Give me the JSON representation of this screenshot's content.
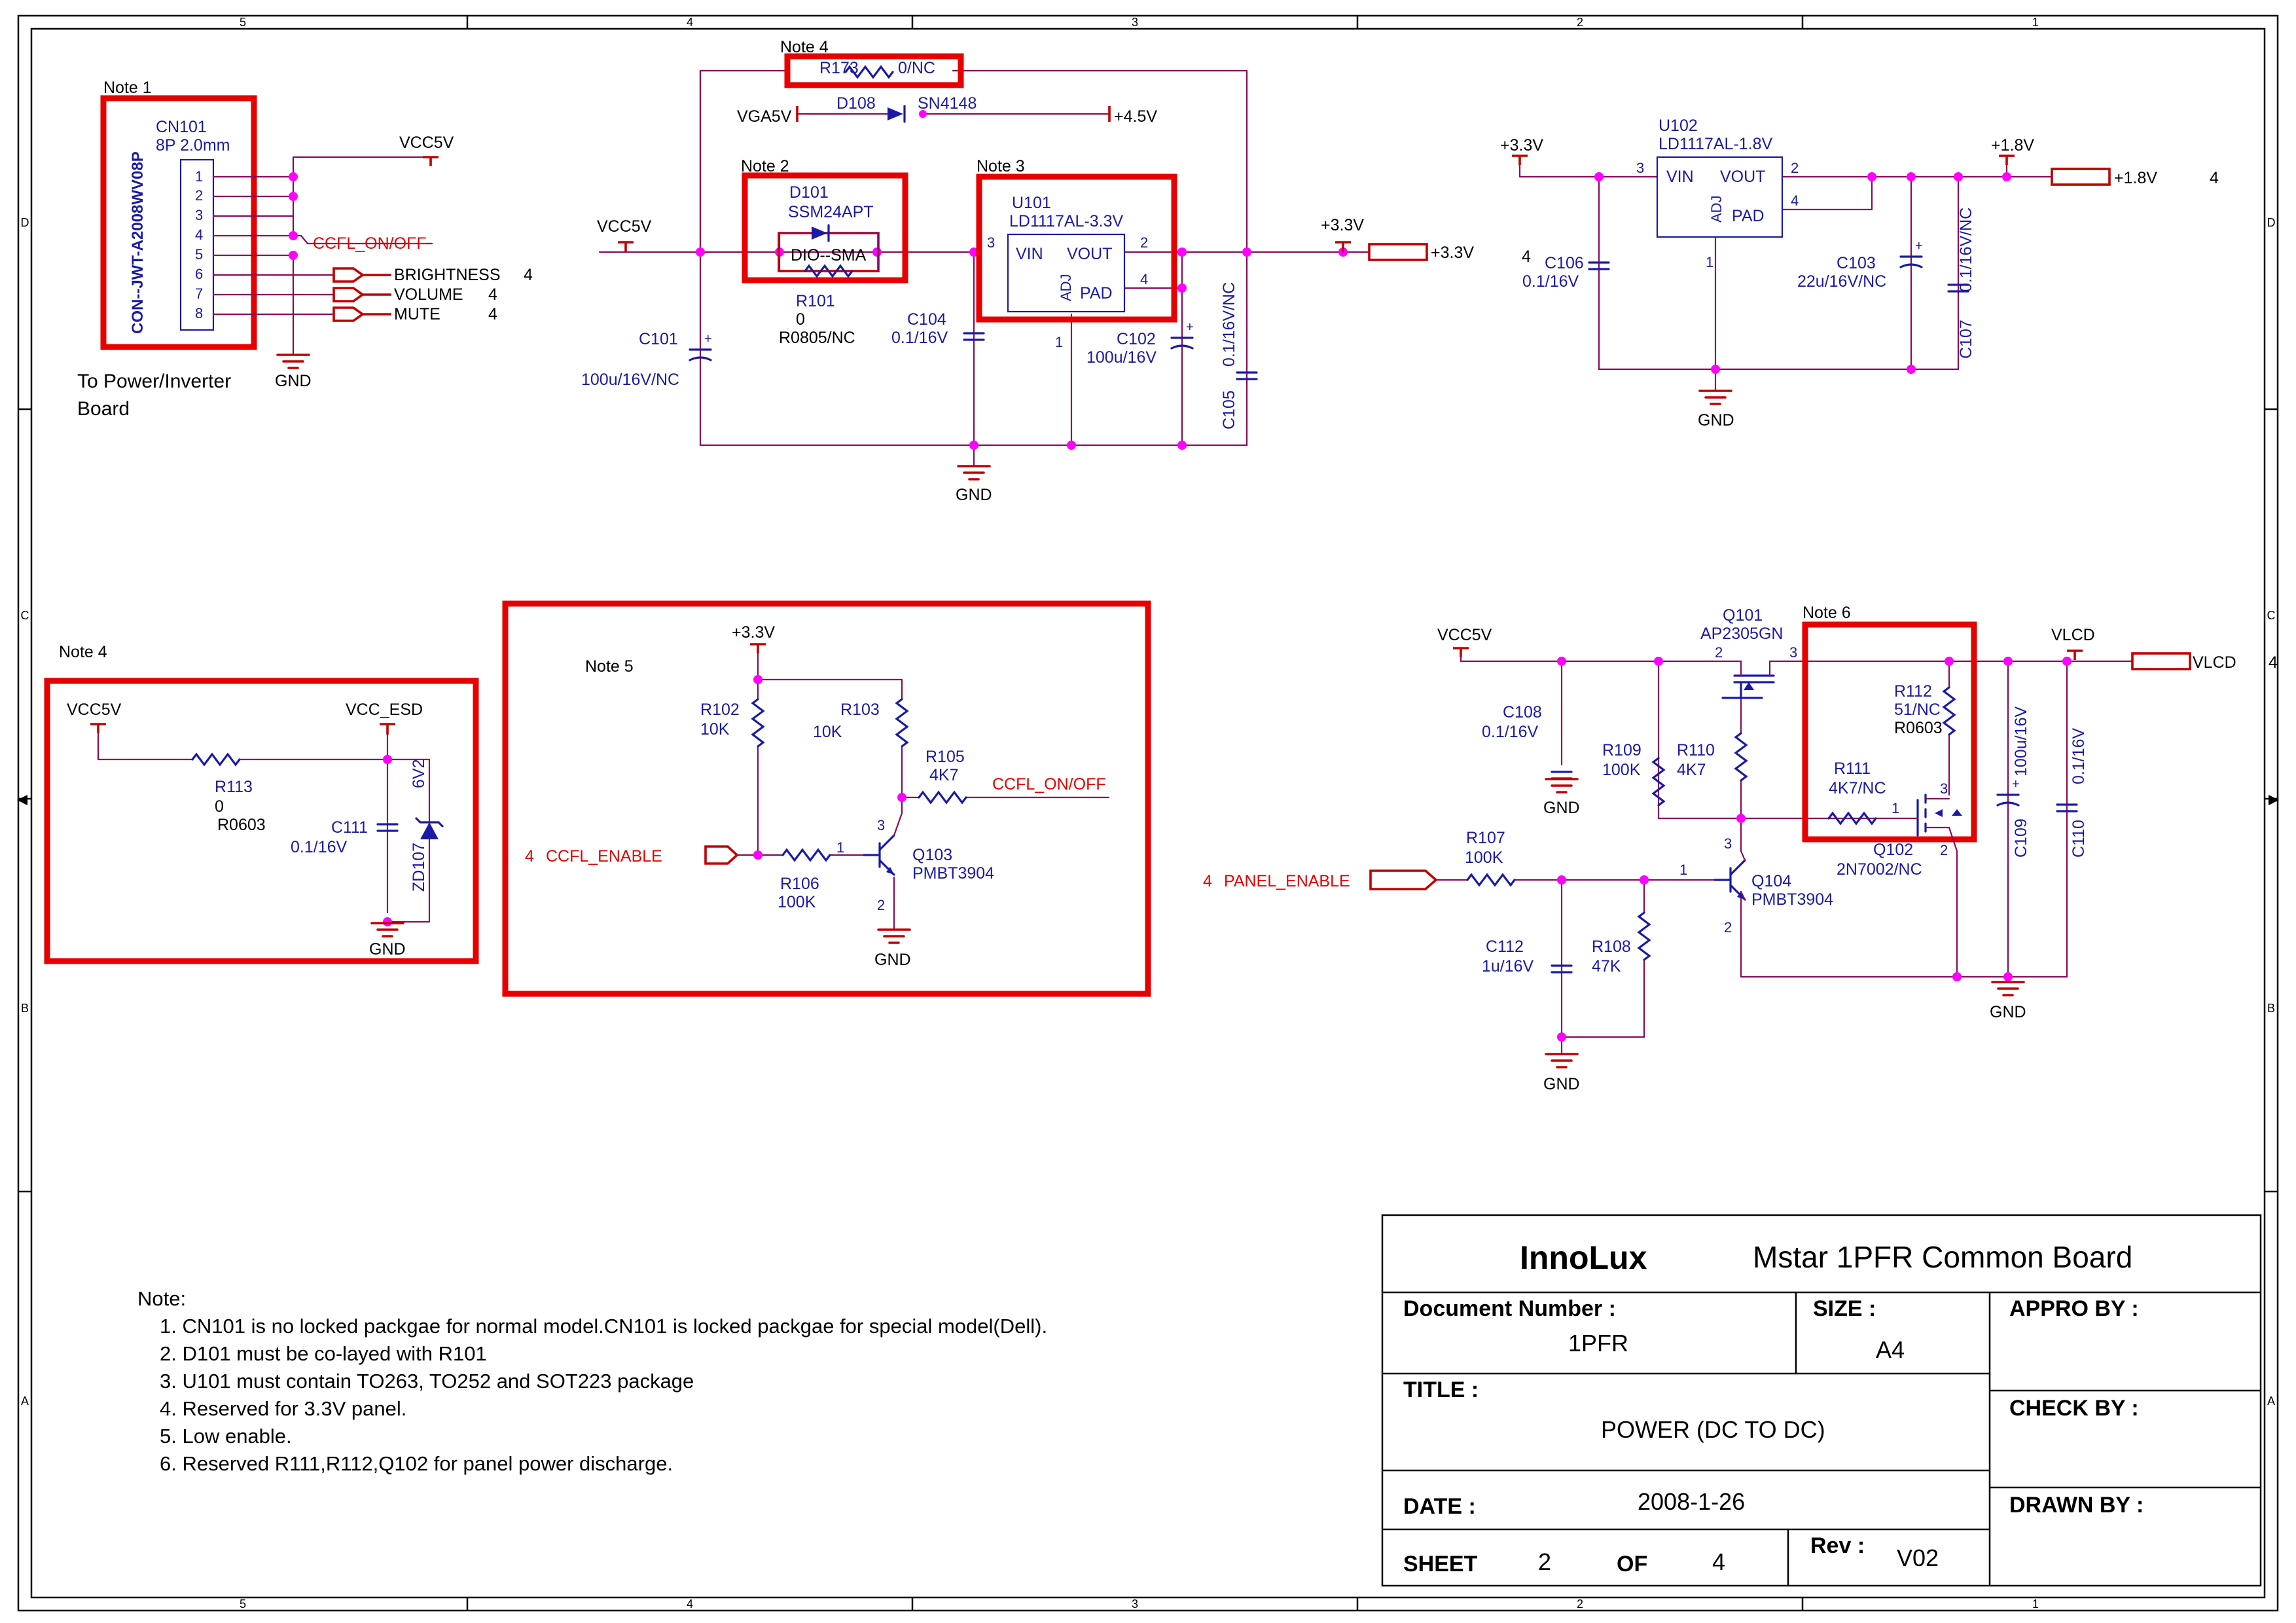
{
  "frame": {
    "zones_x": [
      "5",
      "4",
      "3",
      "2",
      "1"
    ],
    "zones_y": [
      "D",
      "C",
      "B",
      "A"
    ]
  },
  "nets": {
    "vcc5v": "VCC5V",
    "p33v": "+3.3V",
    "p18v": "+1.8V",
    "p45v": "+4.5V",
    "vga5v": "VGA5V",
    "vcc_esd": "VCC_ESD",
    "vlcd": "VLCD",
    "gnd": "GND",
    "ccfl_onoff": "CCFL_ON/OFF",
    "ccfl_enable": "CCFL_ENABLE",
    "panel_enable": "PANEL_ENABLE",
    "brightness": "BRIGHTNESS",
    "volume": "VOLUME",
    "mute": "MUTE",
    "sheet_ref": "4"
  },
  "components": {
    "cn101": {
      "ref": "CN101",
      "value": "8P 2.0mm",
      "part": "CON--JWT-A2008WV08P",
      "pins": [
        "1",
        "2",
        "3",
        "4",
        "5",
        "6",
        "7",
        "8"
      ]
    },
    "d101": {
      "ref": "D101",
      "value": "SSM24APT",
      "package": "DIO--SMA"
    },
    "r101": {
      "ref": "R101",
      "value": "0",
      "package": "R0805/NC"
    },
    "r173": {
      "ref": "R173",
      "value": "0/NC"
    },
    "d108": {
      "ref": "D108",
      "value": "SN4148"
    },
    "u101": {
      "ref": "U101",
      "value": "LD1117AL-3.3V",
      "vin": "VIN",
      "vout": "VOUT",
      "adj": "ADJ",
      "pad": "PAD"
    },
    "u102": {
      "ref": "U102",
      "value": "LD1117AL-1.8V",
      "vin": "VIN",
      "vout": "VOUT",
      "adj": "ADJ",
      "pad": "PAD"
    },
    "c101": {
      "ref": "C101",
      "value": "100u/16V/NC"
    },
    "c102": {
      "ref": "C102",
      "value": "100u/16V"
    },
    "c103": {
      "ref": "C103",
      "value": "22u/16V/NC"
    },
    "c104": {
      "ref": "C104",
      "value": "0.1/16V"
    },
    "c105": {
      "ref": "C105",
      "value": "0.1/16V/NC"
    },
    "c106": {
      "ref": "C106",
      "value": "0.1/16V"
    },
    "c107": {
      "ref": "C107",
      "value": "0.1/16V/NC"
    },
    "r113": {
      "ref": "R113",
      "value": "0",
      "package": "R0603"
    },
    "c111": {
      "ref": "C111",
      "value": "0.1/16V"
    },
    "zd107": {
      "ref": "ZD107",
      "value": "6V2"
    },
    "r102": {
      "ref": "R102",
      "value": "10K"
    },
    "r103": {
      "ref": "R103",
      "value": "10K"
    },
    "r105": {
      "ref": "R105",
      "value": "4K7"
    },
    "r106": {
      "ref": "R106",
      "value": "100K"
    },
    "q103": {
      "ref": "Q103",
      "value": "PMBT3904"
    },
    "q101": {
      "ref": "Q101",
      "value": "AP2305GN"
    },
    "c108": {
      "ref": "C108",
      "value": "0.1/16V"
    },
    "r109": {
      "ref": "R109",
      "value": "100K"
    },
    "r110": {
      "ref": "R110",
      "value": "4K7"
    },
    "r107": {
      "ref": "R107",
      "value": "100K"
    },
    "c112": {
      "ref": "C112",
      "value": "1u/16V"
    },
    "r108": {
      "ref": "R108",
      "value": "47K"
    },
    "q104": {
      "ref": "Q104",
      "value": "PMBT3904"
    },
    "r112": {
      "ref": "R112",
      "value": "51/NC",
      "package": "R0603"
    },
    "r111": {
      "ref": "R111",
      "value": "4K7/NC"
    },
    "q102": {
      "ref": "Q102",
      "value": "2N7002/NC"
    },
    "c109": {
      "ref": "C109",
      "value": "100u/16V"
    },
    "c110": {
      "ref": "C110",
      "value": "0.1/16V"
    }
  },
  "annotations": {
    "note1": "Note 1",
    "note2": "Note 2",
    "note3": "Note 3",
    "note4": "Note 4",
    "note5": "Note 5",
    "note6": "Note 6",
    "to_board_line1": "To Power/Inverter",
    "to_board_line2": "Board"
  },
  "notes": {
    "heading": "Note:",
    "items": [
      "1. CN101 is no locked packgae for normal model.CN101 is locked packgae for special model(Dell).",
      "2. D101 must be co-layed with R101",
      "3. U101 must contain TO263, TO252 and SOT223 package",
      "4. Reserved for 3.3V panel.",
      "5. Low enable.",
      "6. Reserved R111,R112,Q102 for panel power discharge."
    ]
  },
  "title_block": {
    "company": "InnoLux",
    "board": "Mstar 1PFR  Common Board",
    "doc_number_label": "Document Number :",
    "doc_number": "1PFR",
    "size_label": "SIZE :",
    "size": "A4",
    "appro_label": "APPRO BY :",
    "check_label": "CHECK BY :",
    "drawn_label": "DRAWN BY :",
    "title_label": "TITLE :",
    "title": "POWER (DC TO DC)",
    "date_label": "DATE :",
    "date": "2008-1-26",
    "sheet_label": "SHEET",
    "sheet": "2",
    "of_label": "OF",
    "of": "4",
    "rev_label": "Rev :",
    "rev": "V02"
  }
}
